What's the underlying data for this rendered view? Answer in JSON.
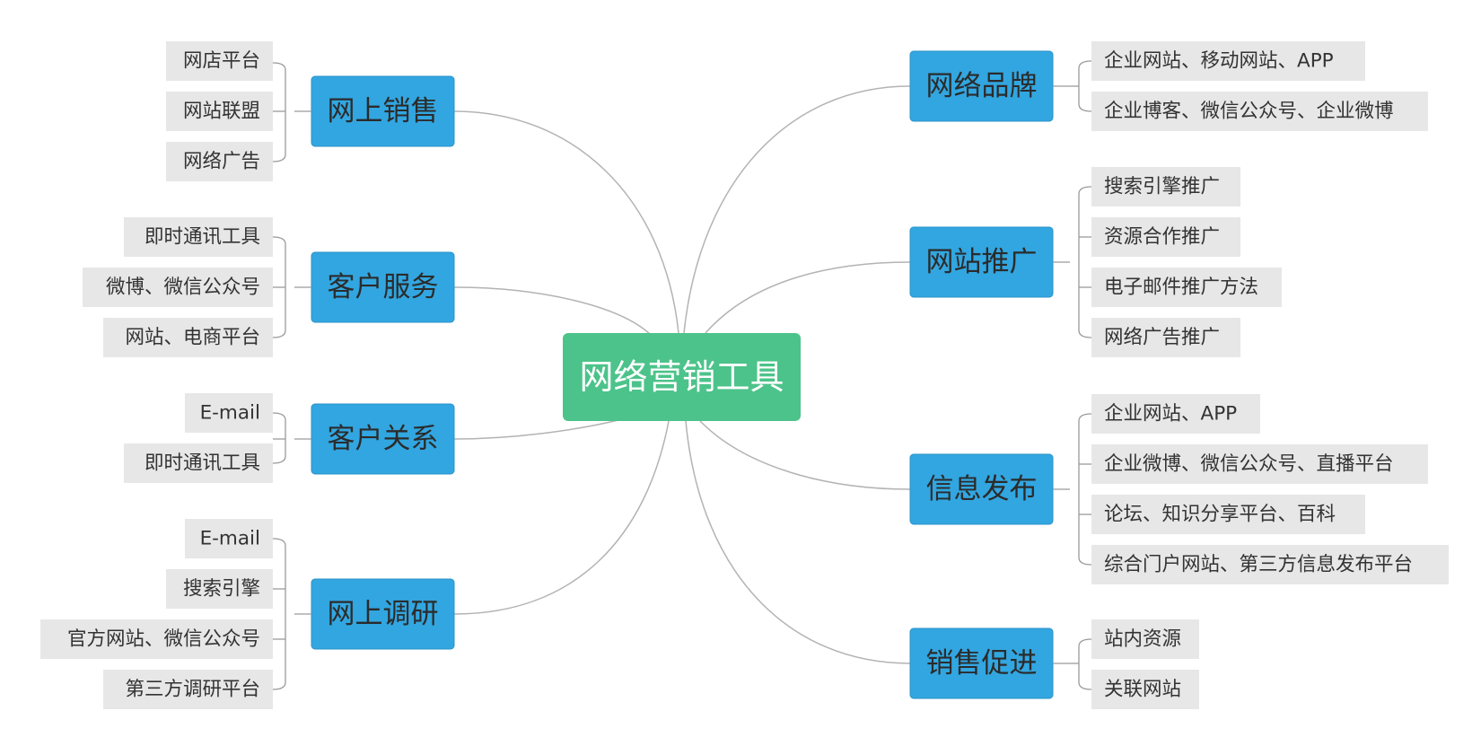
{
  "root": {
    "label": "网络营销工具"
  },
  "branches": [
    {
      "id": "online-sales",
      "label": "网上销售",
      "side": "left",
      "items": [
        "网店平台",
        "网站联盟",
        "网络广告"
      ]
    },
    {
      "id": "customer-service",
      "label": "客户服务",
      "side": "left",
      "items": [
        "即时通讯工具",
        "微博、微信公众号",
        "网站、电商平台"
      ]
    },
    {
      "id": "customer-relations",
      "label": "客户关系",
      "side": "left",
      "items": [
        "E-mail",
        "即时通讯工具"
      ]
    },
    {
      "id": "online-research",
      "label": "网上调研",
      "side": "left",
      "items": [
        "E-mail",
        "搜索引擎",
        "官方网站、微信公众号",
        "第三方调研平台"
      ]
    },
    {
      "id": "network-brand",
      "label": "网络品牌",
      "side": "right",
      "items": [
        "企业网站、移动网站、APP",
        "企业博客、微信公众号、企业微博"
      ]
    },
    {
      "id": "website-promotion",
      "label": "网站推广",
      "side": "right",
      "items": [
        "搜索引擎推广",
        "资源合作推广",
        "电子邮件推广方法",
        "网络广告推广"
      ]
    },
    {
      "id": "info-release",
      "label": "信息发布",
      "side": "right",
      "items": [
        "企业网站、APP",
        "企业微博、微信公众号、直播平台",
        "论坛、知识分享平台、百科",
        "综合门户网站、第三方信息发布平台"
      ]
    },
    {
      "id": "sales-promotion",
      "label": "销售促进",
      "side": "right",
      "items": [
        "站内资源",
        "关联网站"
      ]
    }
  ],
  "colors": {
    "root": "#4cc38a",
    "branch": "#32a6e0",
    "leaf": "#e7e7e7",
    "connector": "#b3b3b3"
  }
}
